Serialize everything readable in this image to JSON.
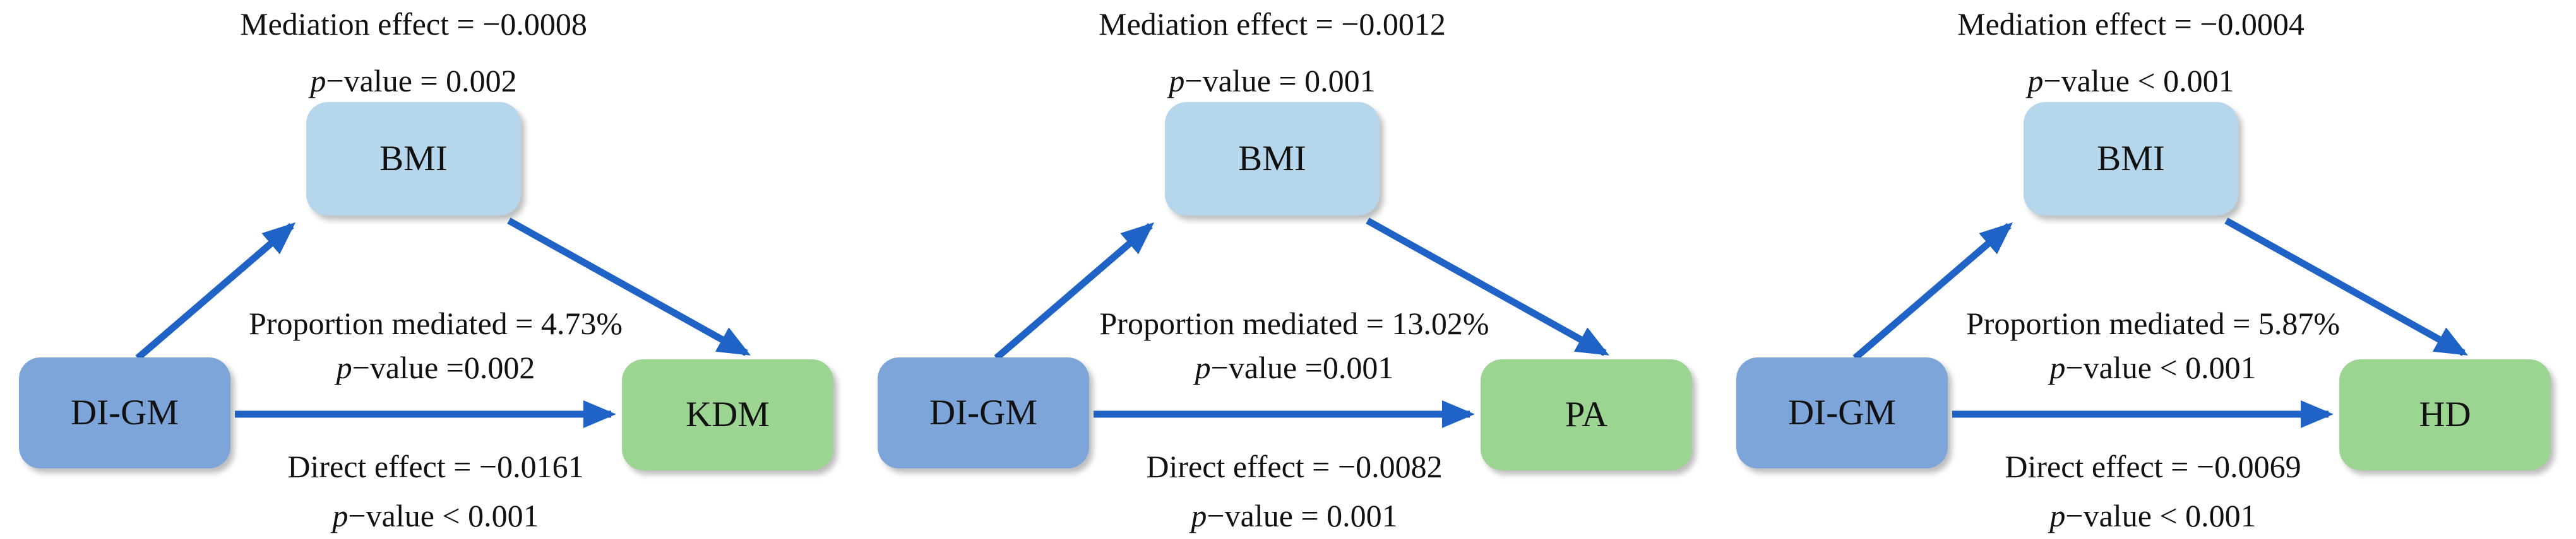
{
  "colors": {
    "exposure_box": "#7da5da",
    "mediator_box": "#b6d6ec",
    "outcome_box": "#9cd491",
    "arrow": "#1e63c5",
    "text": "#111111",
    "background": "#ffffff"
  },
  "panels": [
    {
      "mediator": "BMI",
      "exposure": "DI-GM",
      "outcome": "KDM",
      "mediation_effect": "Mediation effect = −0.0008",
      "mediation_p": {
        "p": "p",
        "rest": "−value = 0.002"
      },
      "proportion_mediated": "Proportion mediated = 4.73%",
      "proportion_p": {
        "p": "p",
        "rest": "−value =0.002"
      },
      "direct_effect": "Direct effect = −0.0161",
      "direct_p": {
        "p": "p",
        "rest": "−value < 0.001"
      }
    },
    {
      "mediator": "BMI",
      "exposure": "DI-GM",
      "outcome": "PA",
      "mediation_effect": "Mediation effect = −0.0012",
      "mediation_p": {
        "p": "p",
        "rest": "−value = 0.001"
      },
      "proportion_mediated": "Proportion mediated = 13.02%",
      "proportion_p": {
        "p": "p",
        "rest": "−value =0.001"
      },
      "direct_effect": "Direct effect = −0.0082",
      "direct_p": {
        "p": "p",
        "rest": "−value = 0.001"
      }
    },
    {
      "mediator": "BMI",
      "exposure": "DI-GM",
      "outcome": "HD",
      "mediation_effect": "Mediation effect = −0.0004",
      "mediation_p": {
        "p": "p",
        "rest": "−value < 0.001"
      },
      "proportion_mediated": "Proportion mediated = 5.87%",
      "proportion_p": {
        "p": "p",
        "rest": "−value < 0.001"
      },
      "direct_effect": "Direct effect = −0.0069",
      "direct_p": {
        "p": "p",
        "rest": "−value < 0.001"
      }
    }
  ]
}
